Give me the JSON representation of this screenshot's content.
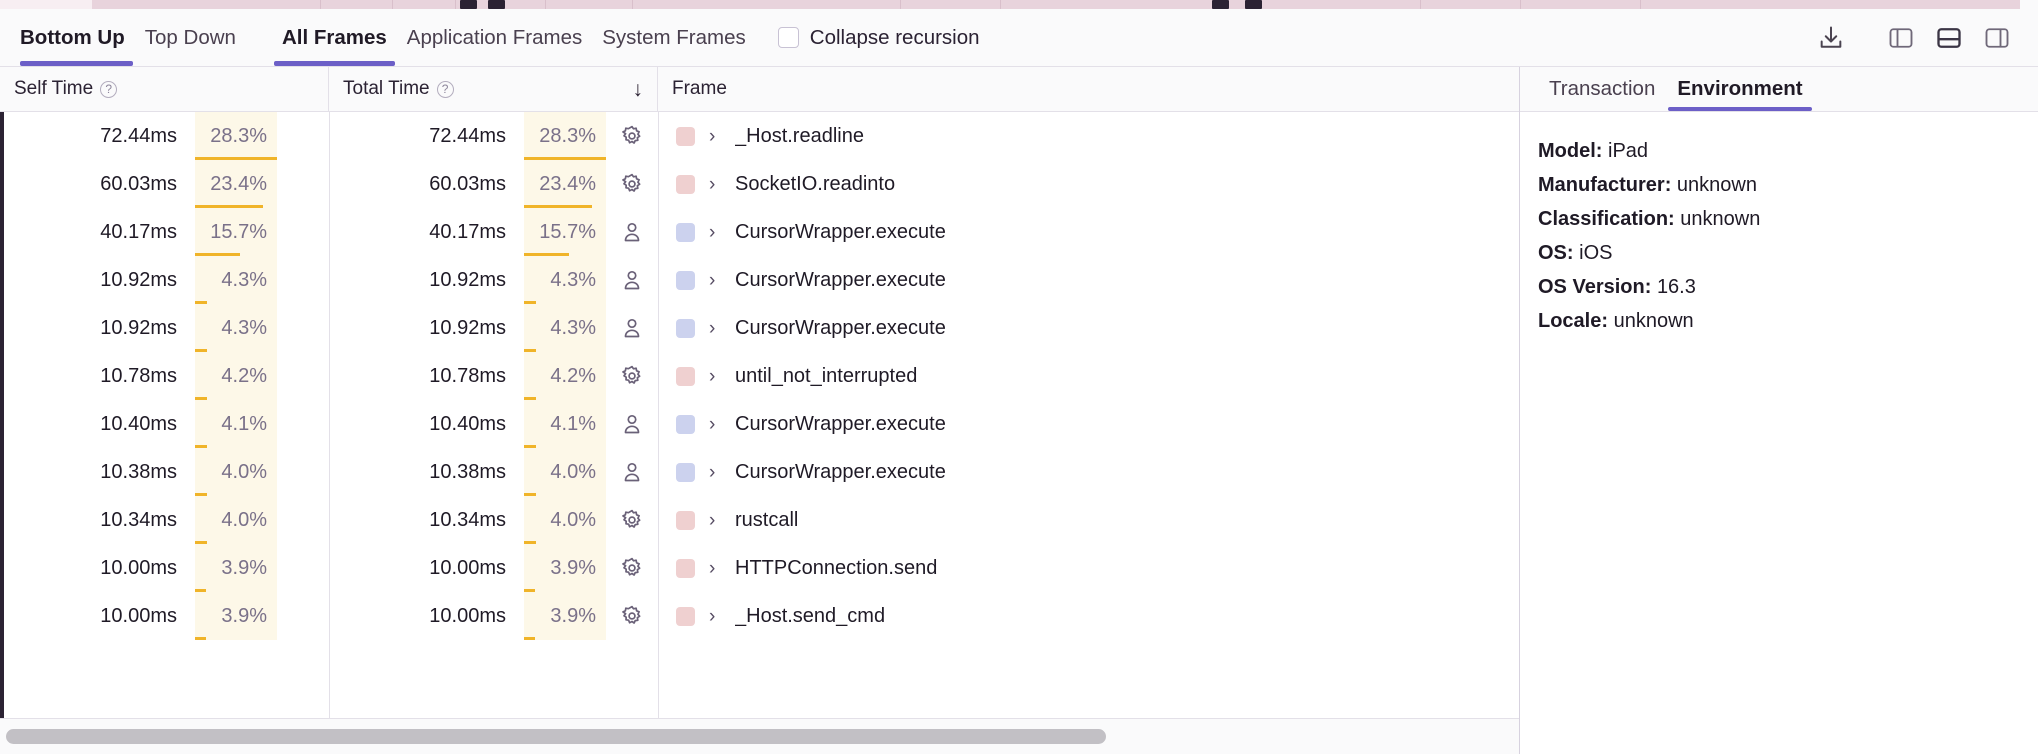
{
  "toolbar": {
    "tabs": [
      {
        "label": "Bottom Up",
        "active": true
      },
      {
        "label": "Top Down",
        "active": false
      },
      {
        "label": "All Frames",
        "active": true
      },
      {
        "label": "Application Frames",
        "active": false
      },
      {
        "label": "System Frames",
        "active": false
      }
    ],
    "collapse_recursion_label": "Collapse recursion",
    "collapse_recursion_checked": false,
    "icons": [
      {
        "name": "download-icon"
      },
      {
        "name": "left-panel-layout-icon",
        "active": false
      },
      {
        "name": "bottom-panel-layout-icon",
        "active": true
      },
      {
        "name": "right-panel-layout-icon",
        "active": false
      }
    ]
  },
  "table": {
    "columns": [
      {
        "key": "self_time",
        "label": "Self Time",
        "help": "?",
        "sorted": false
      },
      {
        "key": "total_time",
        "label": "Total Time",
        "help": "?",
        "sorted": true,
        "sort_dir": "↓"
      },
      {
        "key": "frame",
        "label": "Frame"
      }
    ],
    "rows": [
      {
        "self_time": "72.44ms",
        "self_pct": "28.3%",
        "self_pct_value": 28.3,
        "total_time": "72.44ms",
        "total_pct": "28.3%",
        "total_pct_value": 28.3,
        "frame": "_Host.readline",
        "frame_type": "system",
        "icon": "gear-icon",
        "swatch": "#efd0d0",
        "chevron": "›"
      },
      {
        "self_time": "60.03ms",
        "self_pct": "23.4%",
        "self_pct_value": 23.4,
        "total_time": "60.03ms",
        "total_pct": "23.4%",
        "total_pct_value": 23.4,
        "frame": "SocketIO.readinto",
        "frame_type": "system",
        "icon": "gear-icon",
        "swatch": "#efd0d0",
        "chevron": "›"
      },
      {
        "self_time": "40.17ms",
        "self_pct": "15.7%",
        "self_pct_value": 15.7,
        "total_time": "40.17ms",
        "total_pct": "15.7%",
        "total_pct_value": 15.7,
        "frame": "CursorWrapper.execute",
        "frame_type": "application",
        "icon": "person-icon",
        "swatch": "#ccd2ee",
        "chevron": "›"
      },
      {
        "self_time": "10.92ms",
        "self_pct": "4.3%",
        "self_pct_value": 4.3,
        "total_time": "10.92ms",
        "total_pct": "4.3%",
        "total_pct_value": 4.3,
        "frame": "CursorWrapper.execute",
        "frame_type": "application",
        "icon": "person-icon",
        "swatch": "#ccd2ee",
        "chevron": "›"
      },
      {
        "self_time": "10.92ms",
        "self_pct": "4.3%",
        "self_pct_value": 4.3,
        "total_time": "10.92ms",
        "total_pct": "4.3%",
        "total_pct_value": 4.3,
        "frame": "CursorWrapper.execute",
        "frame_type": "application",
        "icon": "person-icon",
        "swatch": "#ccd2ee",
        "chevron": "›"
      },
      {
        "self_time": "10.78ms",
        "self_pct": "4.2%",
        "self_pct_value": 4.2,
        "total_time": "10.78ms",
        "total_pct": "4.2%",
        "total_pct_value": 4.2,
        "frame": "until_not_interrupted",
        "frame_type": "system",
        "icon": "gear-icon",
        "swatch": "#efd0d0",
        "chevron": "›"
      },
      {
        "self_time": "10.40ms",
        "self_pct": "4.1%",
        "self_pct_value": 4.1,
        "total_time": "10.40ms",
        "total_pct": "4.1%",
        "total_pct_value": 4.1,
        "frame": "CursorWrapper.execute",
        "frame_type": "application",
        "icon": "person-icon",
        "swatch": "#ccd2ee",
        "chevron": "›"
      },
      {
        "self_time": "10.38ms",
        "self_pct": "4.0%",
        "self_pct_value": 4.0,
        "total_time": "10.38ms",
        "total_pct": "4.0%",
        "total_pct_value": 4.0,
        "frame": "CursorWrapper.execute",
        "frame_type": "application",
        "icon": "person-icon",
        "swatch": "#ccd2ee",
        "chevron": "›"
      },
      {
        "self_time": "10.34ms",
        "self_pct": "4.0%",
        "self_pct_value": 4.0,
        "total_time": "10.34ms",
        "total_pct": "4.0%",
        "total_pct_value": 4.0,
        "frame": "rustcall",
        "frame_type": "system",
        "icon": "gear-icon",
        "swatch": "#efd0d0",
        "chevron": "›"
      },
      {
        "self_time": "10.00ms",
        "self_pct": "3.9%",
        "self_pct_value": 3.9,
        "total_time": "10.00ms",
        "total_pct": "3.9%",
        "total_pct_value": 3.9,
        "frame": "HTTPConnection.send",
        "frame_type": "system",
        "icon": "gear-icon",
        "swatch": "#efd0d0",
        "chevron": "›"
      },
      {
        "self_time": "10.00ms",
        "self_pct": "3.9%",
        "self_pct_value": 3.9,
        "total_time": "10.00ms",
        "total_pct": "3.9%",
        "total_pct_value": 3.9,
        "frame": "_Host.send_cmd",
        "frame_type": "system",
        "icon": "gear-icon",
        "swatch": "#efd0d0",
        "chevron": "›"
      }
    ],
    "scrollbar": {
      "thumb_percent": 73
    }
  },
  "right_panel": {
    "tabs": [
      {
        "label": "Transaction",
        "active": false
      },
      {
        "label": "Environment",
        "active": true
      }
    ],
    "details": [
      {
        "key": "Model:",
        "value": "iPad"
      },
      {
        "key": "Manufacturer:",
        "value": "unknown"
      },
      {
        "key": "Classification:",
        "value": "unknown"
      },
      {
        "key": "OS:",
        "value": "iOS"
      },
      {
        "key": "OS Version:",
        "value": "16.3"
      },
      {
        "key": "Locale:",
        "value": "unknown"
      }
    ]
  },
  "colors": {
    "accent": "#6c5fc7",
    "bar": "#f0b429",
    "pct_bg": "#fdf8e8",
    "system_swatch": "#efd0d0",
    "application_swatch": "#ccd2ee"
  }
}
